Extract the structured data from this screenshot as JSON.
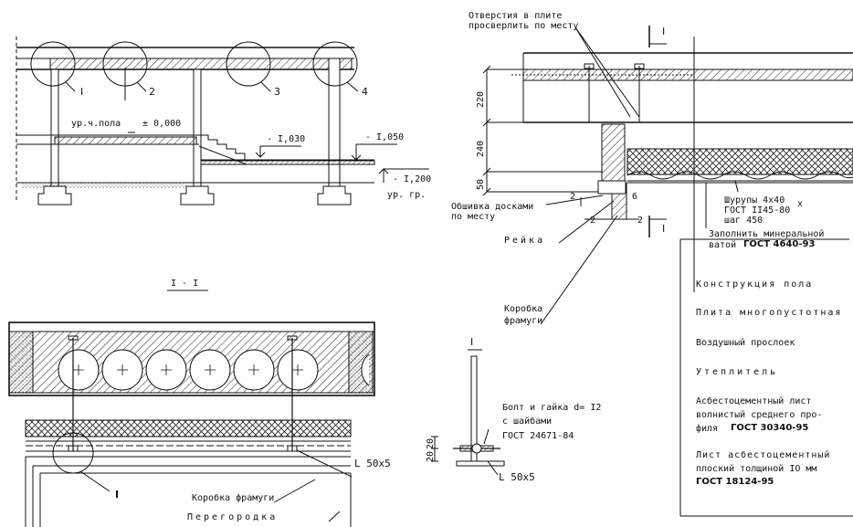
{
  "elevation": {
    "callouts": [
      "I",
      "2",
      "3",
      "4"
    ],
    "floor_label": "ур.ч.пола",
    "floor_level": "± 0,000",
    "level_1": "- I,030",
    "level_2": "- I,050",
    "level_3": "- I,200",
    "ground_label": "ур. гр."
  },
  "section_title": "I - I",
  "section": {
    "angle_label": "L 50x5",
    "node_label": "I",
    "frame_label": "Коробка фрамуги",
    "partition_label": "Перегородка"
  },
  "bolt_detail": {
    "title": "I",
    "bolt_lines": [
      "Болт и гайка d= I2",
      "с шайбами",
      "ГОСТ 24671-84"
    ],
    "dim_20_a": "20",
    "dim_20_b": "20",
    "angle_label": "L 50x5"
  },
  "node": {
    "holes_note": [
      "Отверстия в плите",
      "просверлить по месту"
    ],
    "section_mark_top": "I",
    "section_mark_bottom": "I",
    "dim_220": "220",
    "dim_240": "240",
    "dim_50": "50",
    "dim_2_a": "2",
    "dim_2_b": "2",
    "dim_2_c": "2",
    "dim_6": "6",
    "sheathing_note": [
      "Обшивка досками",
      "по месту"
    ],
    "batten_label": "Рейка",
    "screws_lines": [
      "Шурупы 4x40",
      "ГОСТ II45-80",
      "шаг 450"
    ],
    "screws_x": "x",
    "fill_note": "Заполнить минеральной",
    "fill_note_2": "ватой",
    "fill_gost": "ГОСТ 4640-93",
    "frame_box": [
      "Коробка",
      "фрамуги"
    ]
  },
  "legend": {
    "floor_construction": "Конструкция пола",
    "slab": "Плита многопустотная",
    "air_gap": "Воздушный прослоек",
    "insulation": "Утеплитель",
    "asbestos_wave_1": "Асбестоцементный лист",
    "asbestos_wave_2": "волнистый среднего про-",
    "asbestos_wave_3": "филя",
    "asbestos_wave_gost": "ГОСТ 30340-95",
    "asbestos_flat_1": "Лист асбестоцементный",
    "asbestos_flat_2": "плоский толщиной IO мм",
    "asbestos_flat_gost": "ГОСТ 18124-95"
  }
}
